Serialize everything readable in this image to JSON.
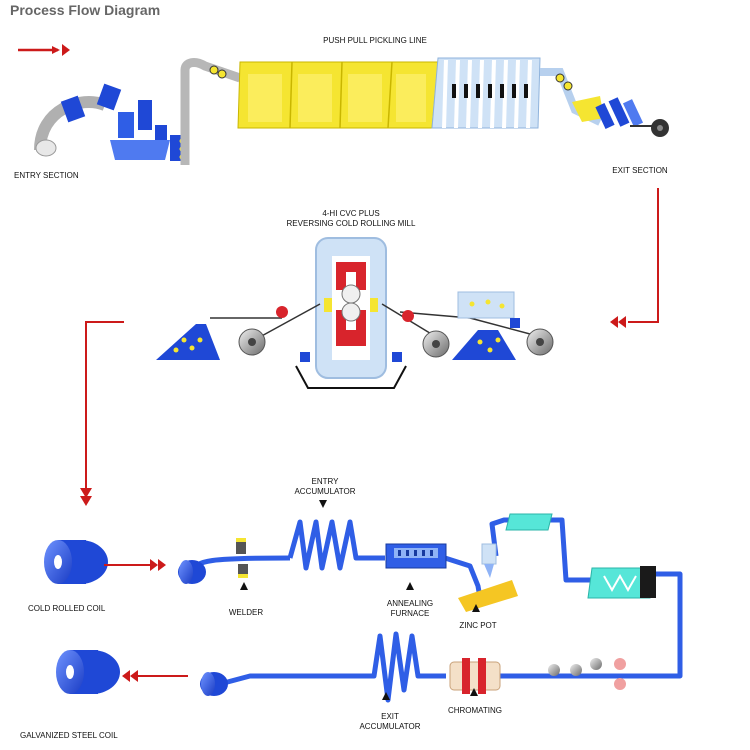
{
  "title": "Process Flow Diagram",
  "colors": {
    "flow_arrow": "#cc1a1a",
    "equipment_blue": "#1f48d6",
    "strip_blue": "#2f5ee6",
    "pickling_yellow": "#f5e531",
    "rinse_blue": "#b8d4f0",
    "mill_red": "#d8242c",
    "cooling_cyan": "#56e6d8"
  },
  "labels": {
    "push_pull_pickling_line": "PUSH PULL PICKLING LINE",
    "entry_section": "ENTRY SECTION",
    "exit_section": "EXIT SECTION",
    "rolling_mill": "4-HI CVC PLUS\nREVERSING COLD ROLLING MILL",
    "entry_accumulator": "ENTRY\nACCUMULATOR",
    "welder": "WELDER",
    "annealing_furnace": "ANNEALING\nFURNACE",
    "zinc_pot": "ZINC POT",
    "cold_rolled_coil": "COLD ROLLED COIL",
    "exit_accumulator": "EXIT\nACCUMULATOR",
    "chromating": "CHROMATING",
    "galvanized_steel_coil": "GALVANIZED STEEL COIL"
  }
}
